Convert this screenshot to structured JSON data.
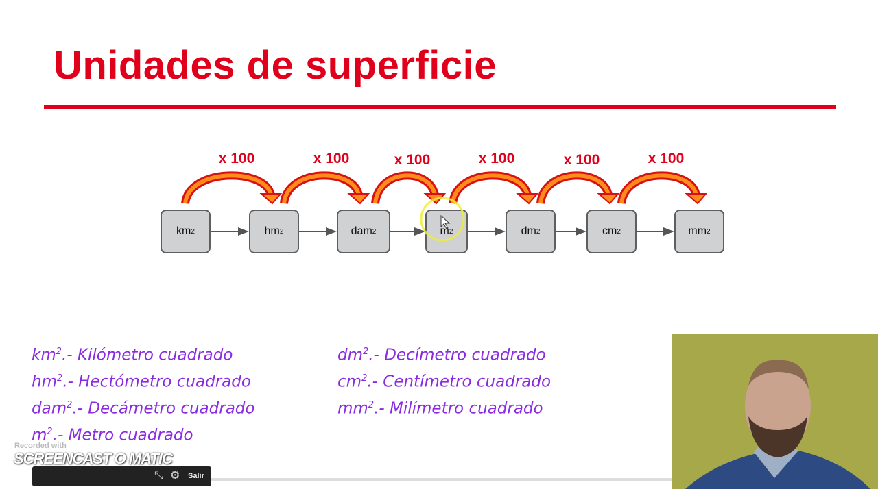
{
  "title": "Unidades de superficie",
  "units": [
    {
      "name": "km",
      "exp": "2"
    },
    {
      "name": "hm",
      "exp": "2"
    },
    {
      "name": "dam",
      "exp": "2"
    },
    {
      "name": "m",
      "exp": "2"
    },
    {
      "name": "dm",
      "exp": "2"
    },
    {
      "name": "cm",
      "exp": "2"
    },
    {
      "name": "mm",
      "exp": "2"
    }
  ],
  "multiplier": "x 100",
  "legend_left": [
    {
      "unit": "km",
      "exp": "2",
      "text": ".- Kilómetro cuadrado"
    },
    {
      "unit": "hm",
      "exp": "2",
      "text": ".- Hectómetro cuadrado"
    },
    {
      "unit": "dam",
      "exp": "2",
      "text": ".- Decámetro cuadrado"
    },
    {
      "unit": "m",
      "exp": "2",
      "text": ".- Metro cuadrado"
    }
  ],
  "legend_right": [
    {
      "unit": "dm",
      "exp": "2",
      "text": ".- Decímetro cuadrado"
    },
    {
      "unit": "cm",
      "exp": "2",
      "text": ".- Centímetro cuadrado"
    },
    {
      "unit": "mm",
      "exp": "2",
      "text": ".- Milímetro cuadrado"
    }
  ],
  "recorder": {
    "recorded_with": "Recorded with",
    "brand": "SCREENCAST O MATIC",
    "exit": "Salir"
  },
  "colors": {
    "accent": "#e0001b",
    "legend": "#8a2be2"
  }
}
